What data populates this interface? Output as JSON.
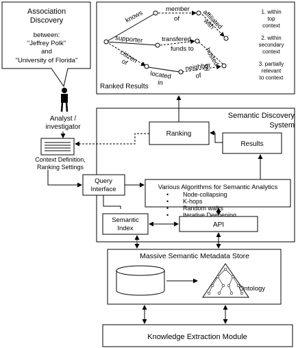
{
  "association": {
    "title_line1": "Association",
    "title_line2": "Discovery",
    "between": "between:",
    "entity1": "\"Jeffrey Polk\"",
    "and": "and",
    "entity2": "\"University of Florida\""
  },
  "graph": {
    "edges": {
      "knows": "knows",
      "member": "member",
      "of1": "of",
      "affiliated": "affiliated",
      "with": "with",
      "supporter": "supporter",
      "transfered": "transfered",
      "funds_to": "funds to",
      "hosted": "hosted",
      "by": "by",
      "citizen": "citizen",
      "of2": "of",
      "located": "located",
      "in": "in",
      "neighbor": "neighbor",
      "of3": "of"
    },
    "contexts": {
      "c1": [
        "1. within",
        "top",
        "context"
      ],
      "c2": [
        "2. within",
        "secondary",
        "context"
      ],
      "c3": [
        "3. partially",
        "relevant",
        "to context"
      ]
    },
    "ranked_results_label": "Ranked Results"
  },
  "analyst": {
    "label_line1": "Analyst /",
    "label_line2": "investigator"
  },
  "context_def": {
    "line1": "Context Definition,",
    "line2": "Ranking Settings"
  },
  "system": {
    "title_line1": "Semantic Discovery",
    "title_line2": "System",
    "ranking": "Ranking",
    "results": "Results",
    "query_line1": "Query",
    "query_line2": "Interface",
    "algorithms_title": "Various Algorithms for Semantic Analytics",
    "algorithms": [
      "Node-collapsing",
      "K-hops",
      "Random walks",
      "Iterative Deepening"
    ],
    "semantic_index_line1": "Semantic",
    "semantic_index_line2": "Index",
    "api": "API"
  },
  "metadata_store": {
    "title": "Massive Semantic Metadata Store",
    "ontology": "Ontology"
  },
  "knowledge_extraction": {
    "title": "Knowledge Extraction Module"
  }
}
